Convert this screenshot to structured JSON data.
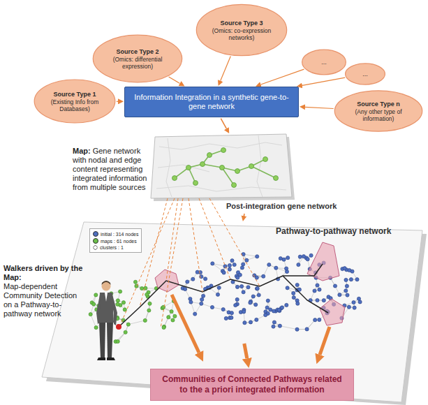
{
  "diagram": {
    "nodes": [
      {
        "text": [
          "Source Type 1",
          "(Existing Info from Databases)"
        ]
      },
      {
        "text": [
          "Source Type 2",
          "(Omics: differential expression)"
        ]
      },
      {
        "text": [
          "Source Type 3",
          "(Omics: co-expression networks)"
        ]
      },
      {
        "text": [
          "..."
        ]
      },
      {
        "text": [
          "..."
        ]
      },
      {
        "text": [
          "Source Type n",
          "(Any other type of information)"
        ]
      },
      {
        "text": [
          "Information Integration in a synthetic gene-to-gene network"
        ]
      },
      {
        "text": [
          "Post-integration gene network"
        ]
      },
      {
        "text": [
          "Pathway-to-pathway network"
        ]
      },
      {
        "text": [
          "Communities of Connected Pathways related to the a priori integrated information"
        ]
      }
    ],
    "edges": [
      {
        "from": 0,
        "to": 6,
        "arrow": "to"
      },
      {
        "from": 1,
        "to": 6,
        "arrow": "to"
      },
      {
        "from": 2,
        "to": 6,
        "arrow": "to"
      },
      {
        "from": 3,
        "to": 6,
        "arrow": "to"
      },
      {
        "from": 4,
        "to": 6,
        "arrow": "to"
      },
      {
        "from": 5,
        "to": 6,
        "arrow": "to"
      },
      {
        "from": 6,
        "to": 7,
        "arrow": "to"
      },
      {
        "from": 7,
        "to": 8,
        "arrow": "to"
      },
      {
        "from": 8,
        "to": 9,
        "arrow": "to"
      }
    ],
    "labels": [
      "Map:",
      "Gene network with nodal and edge content representing integrated information from multiple sources",
      "Walkers driven by the Map:",
      "Map-dependent Community Detection on a Pathway-to-pathway network"
    ],
    "legend": [
      {
        "text": "initial : 314 nodes",
        "color": "#4f6fbf"
      },
      {
        "text": "maps : 61 nodes",
        "color": "#6cc04a"
      },
      {
        "text": "clusters : 1"
      }
    ]
  }
}
